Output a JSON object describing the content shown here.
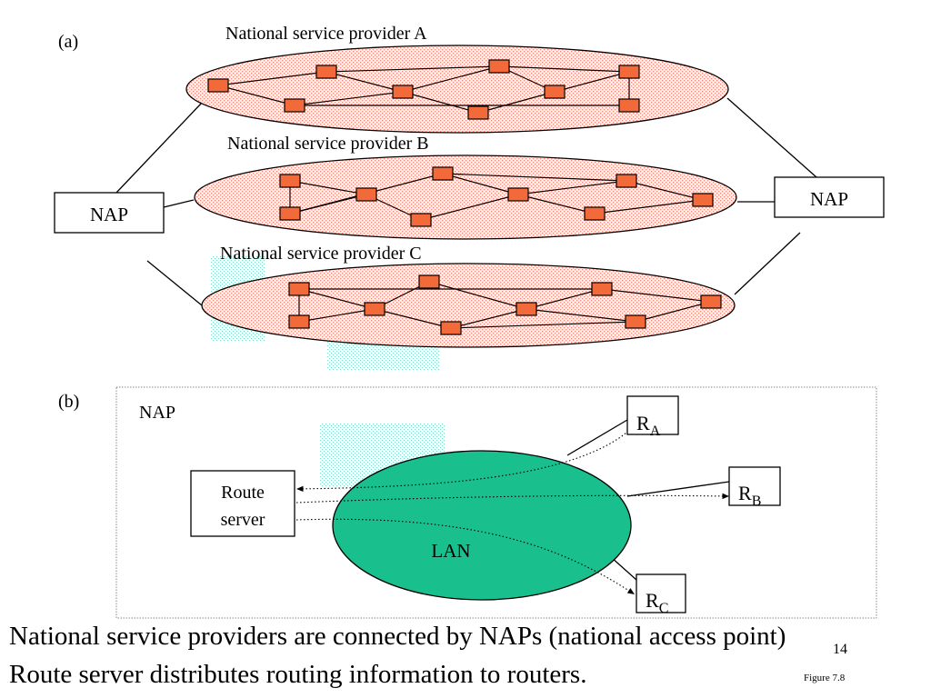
{
  "panel_a": {
    "label": "(a)",
    "providers": [
      {
        "name": "National service provider A"
      },
      {
        "name": "National service provider B"
      },
      {
        "name": "National service provider C"
      }
    ],
    "nap_left": "NAP",
    "nap_right": "NAP"
  },
  "panel_b": {
    "label": "(b)",
    "nap_title": "NAP",
    "route_server_line1": "Route",
    "route_server_line2": "server",
    "lan": "LAN",
    "routers": [
      {
        "base": "R",
        "sub": "A"
      },
      {
        "base": "R",
        "sub": "B"
      },
      {
        "base": "R",
        "sub": "C"
      }
    ]
  },
  "captions": [
    "National service providers are connected by NAPs (national access point)",
    "Route server distributes routing information to routers."
  ],
  "slide_number": "14",
  "figure_label": "Figure 7.8",
  "colors": {
    "router_fill": "#f26a3a",
    "lan_fill": "#1abf8e",
    "ellipse_dots": "#f08a7a",
    "stipple_teal": "#7fd8c8"
  }
}
